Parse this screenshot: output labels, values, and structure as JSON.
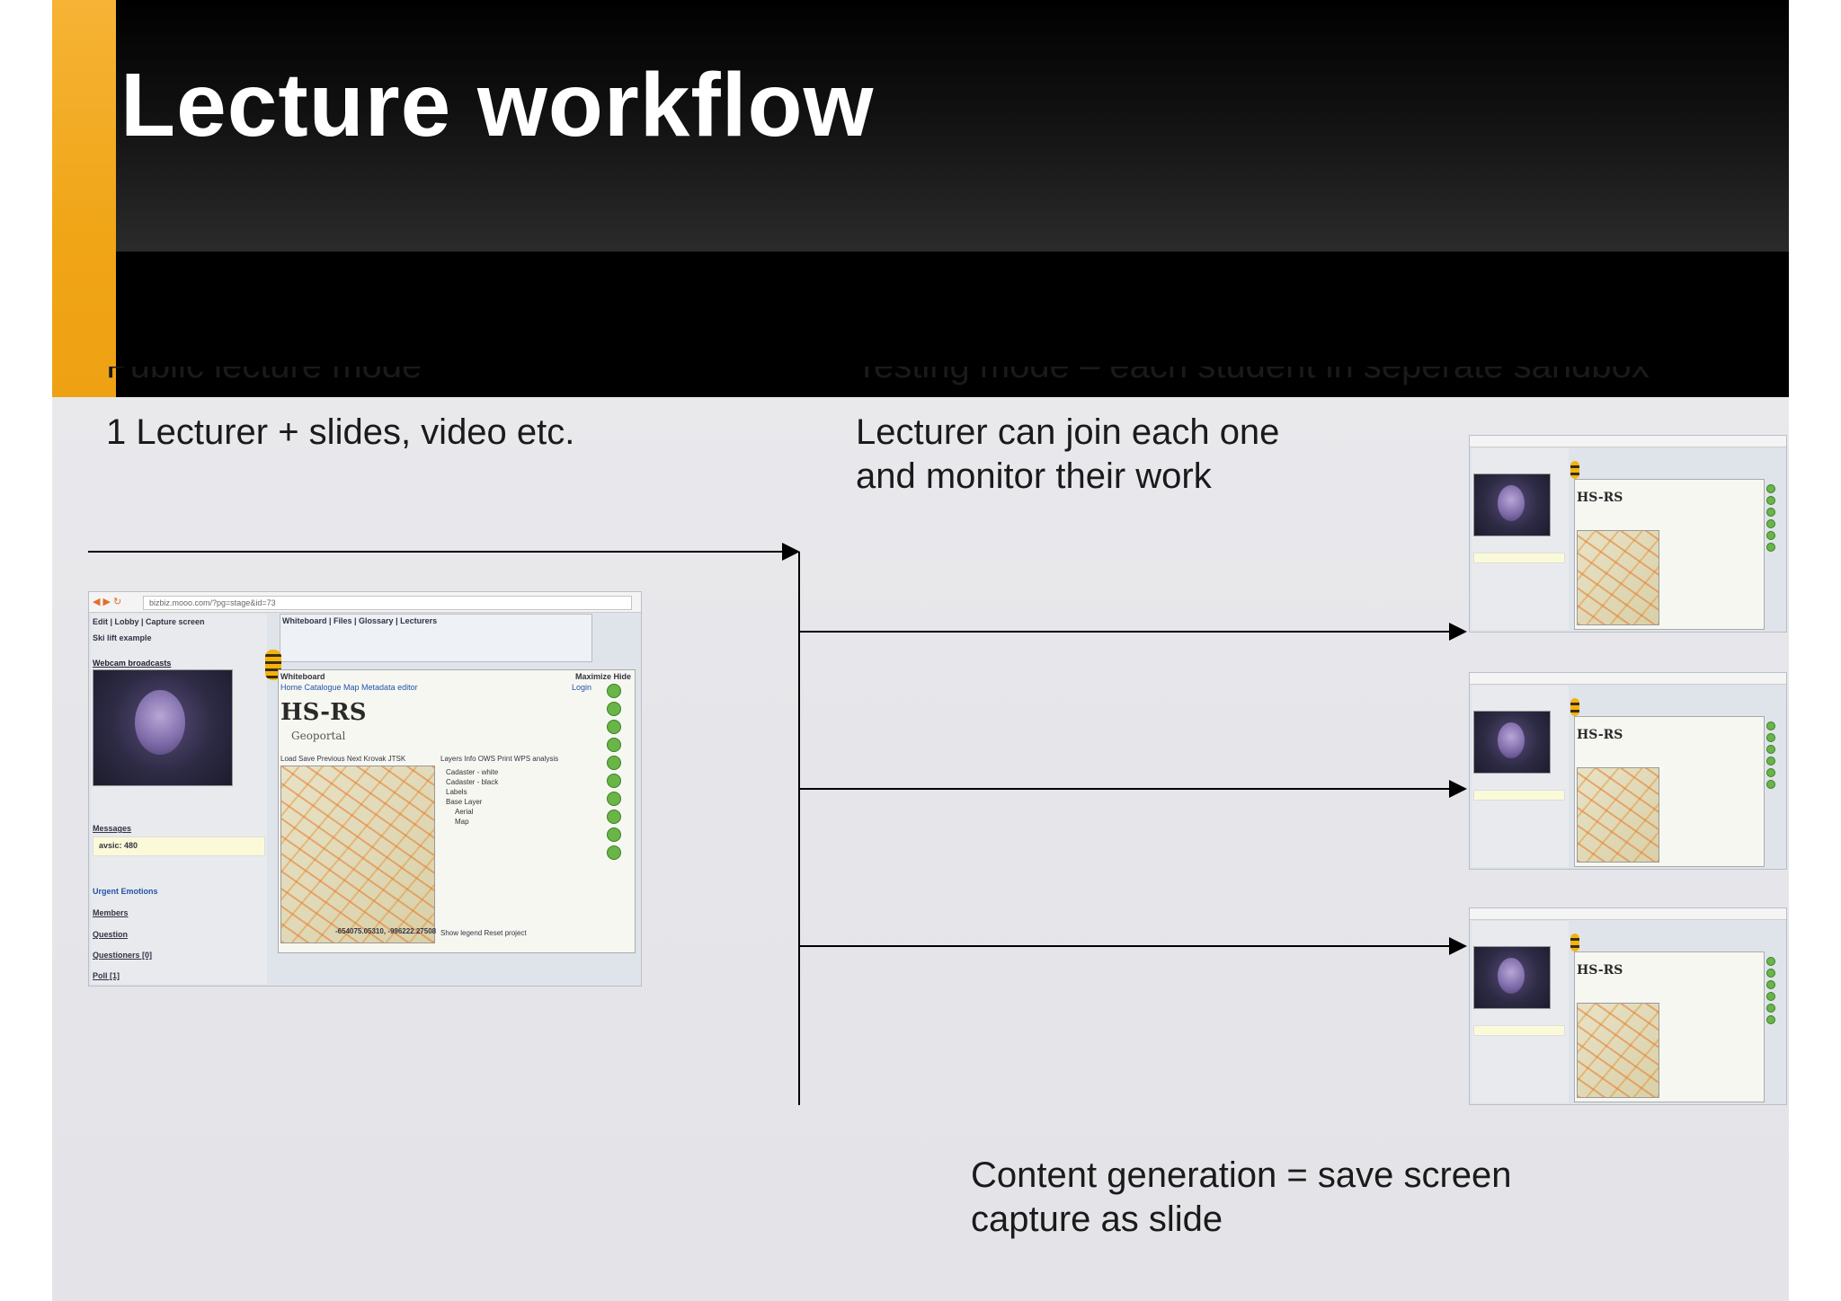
{
  "slide": {
    "title": "Lecture workflow",
    "left_heading": "Public lecture mode",
    "left_line2": "1 Lecturer + slides, video etc.",
    "right_heading": "Testing mode – each student in seperate sandbox",
    "right_line2": "Lecturer can join each one",
    "right_line3": "and monitor their work",
    "footer_line1": "Content generation = save screen",
    "footer_line2": "capture as slide"
  },
  "screenshot": {
    "url": "bizbiz.mooo.com/?pg=stage&id=73",
    "menu": "Edit | Lobby | Capture screen",
    "lesson": "Ski lift example",
    "webcam_label": "Webcam broadcasts",
    "tabs": "Whiteboard | Files | Glossary | Lecturers",
    "whiteboard_label": "Whiteboard",
    "maximize": "Maximize Hide",
    "app_menu": "Home  Catalogue  Map  Metadata editor",
    "login": "Login",
    "logo": "HS-RS",
    "logo_sub": "Geoportal",
    "map_toolbar": "Load  Save  Previous  Next  Krovak JTSK",
    "layer_tabs": "Layers  Info  OWS  Print  WPS analysis",
    "layers": [
      "Cadaster - white",
      "Cadaster - black",
      "Labels",
      "Base Layer",
      "Aerial",
      "Map"
    ],
    "coords": "-654075.05310, -996222.27508",
    "map_footer": "Show legend  Reset project",
    "messages_label": "Messages",
    "message_text": "avsic: 480",
    "chat_tabs": "Urgent    Emotions",
    "sidebar_items": [
      "Members",
      "Question",
      "Questioners [0]",
      "Poll [1]"
    ]
  }
}
